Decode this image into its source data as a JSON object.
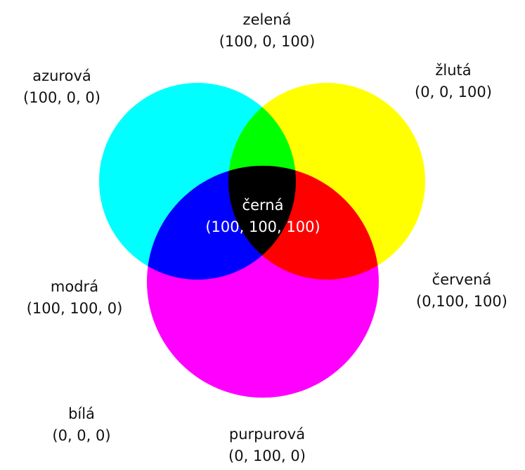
{
  "colors": {
    "cyan": "#00ffff",
    "yellow": "#ffff00",
    "magenta": "#ff00ff",
    "green": "#00ff00",
    "blue": "#0000ff",
    "red": "#ff0000",
    "black": "#000000",
    "white": "#ffffff"
  },
  "labels": {
    "cyan": {
      "name": "azurová",
      "value": "(100, 0, 0)"
    },
    "green": {
      "name": "zelená",
      "value": "(100, 0, 100)"
    },
    "yellow": {
      "name": "žlutá",
      "value": "(0, 0, 100)"
    },
    "black": {
      "name": "černá",
      "value": "(100, 100, 100)"
    },
    "blue": {
      "name": "modrá",
      "value": "(100, 100, 0)"
    },
    "red": {
      "name": "červená",
      "value": "(0,100, 100)"
    },
    "white": {
      "name": "bílá",
      "value": "(0, 0, 0)"
    },
    "magenta": {
      "name": "purpurová",
      "value": "(0, 100, 0)"
    }
  }
}
